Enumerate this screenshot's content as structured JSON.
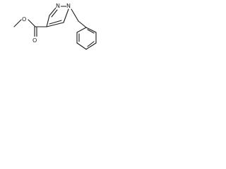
{
  "molecule": {
    "atoms": {
      "ring_n1": "N",
      "ring_n2": "N",
      "carbonyl_o": "O",
      "ester_o": "O"
    }
  },
  "colors": {
    "ink": "#1a1a1a",
    "background": "#ffffff"
  }
}
